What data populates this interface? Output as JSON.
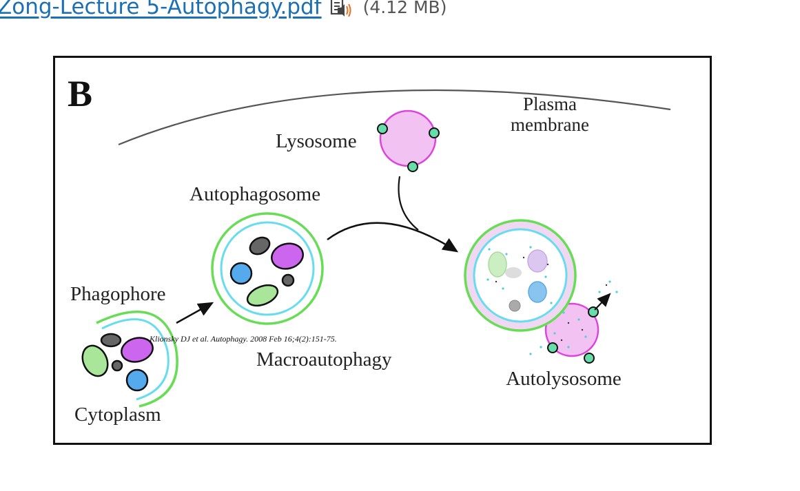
{
  "file": {
    "link_text": "Zong-Lecture 5-Autophagy.pdf",
    "size_text": "(4.12 MB)",
    "icon": "immersive-reader-icon",
    "link_color": "#1a6fb5"
  },
  "figure": {
    "panel_label": "B",
    "labels": {
      "plasma_membrane_line1": "Plasma",
      "plasma_membrane_line2": "membrane",
      "lysosome": "Lysosome",
      "autophagosome": "Autophagosome",
      "phagophore": "Phagophore",
      "macroautophagy": "Macroautophagy",
      "autolysosome": "Autolysosome",
      "cytoplasm": "Cytoplasm"
    },
    "citation": "Klionsky DJ et al. Autophagy. 2008 Feb 16;4(2):151-75.",
    "colors": {
      "membrane_green": "#66dd55",
      "membrane_cyan": "#66ddee",
      "lysosome_fill": "#f2c2f2",
      "lysosome_stroke": "#dd44dd",
      "organelle_purple": "#cc66ee",
      "organelle_blue": "#55aaee",
      "organelle_green": "#aae69a",
      "organelle_gray": "#666666",
      "pump_teal": "#66ddaa"
    }
  }
}
